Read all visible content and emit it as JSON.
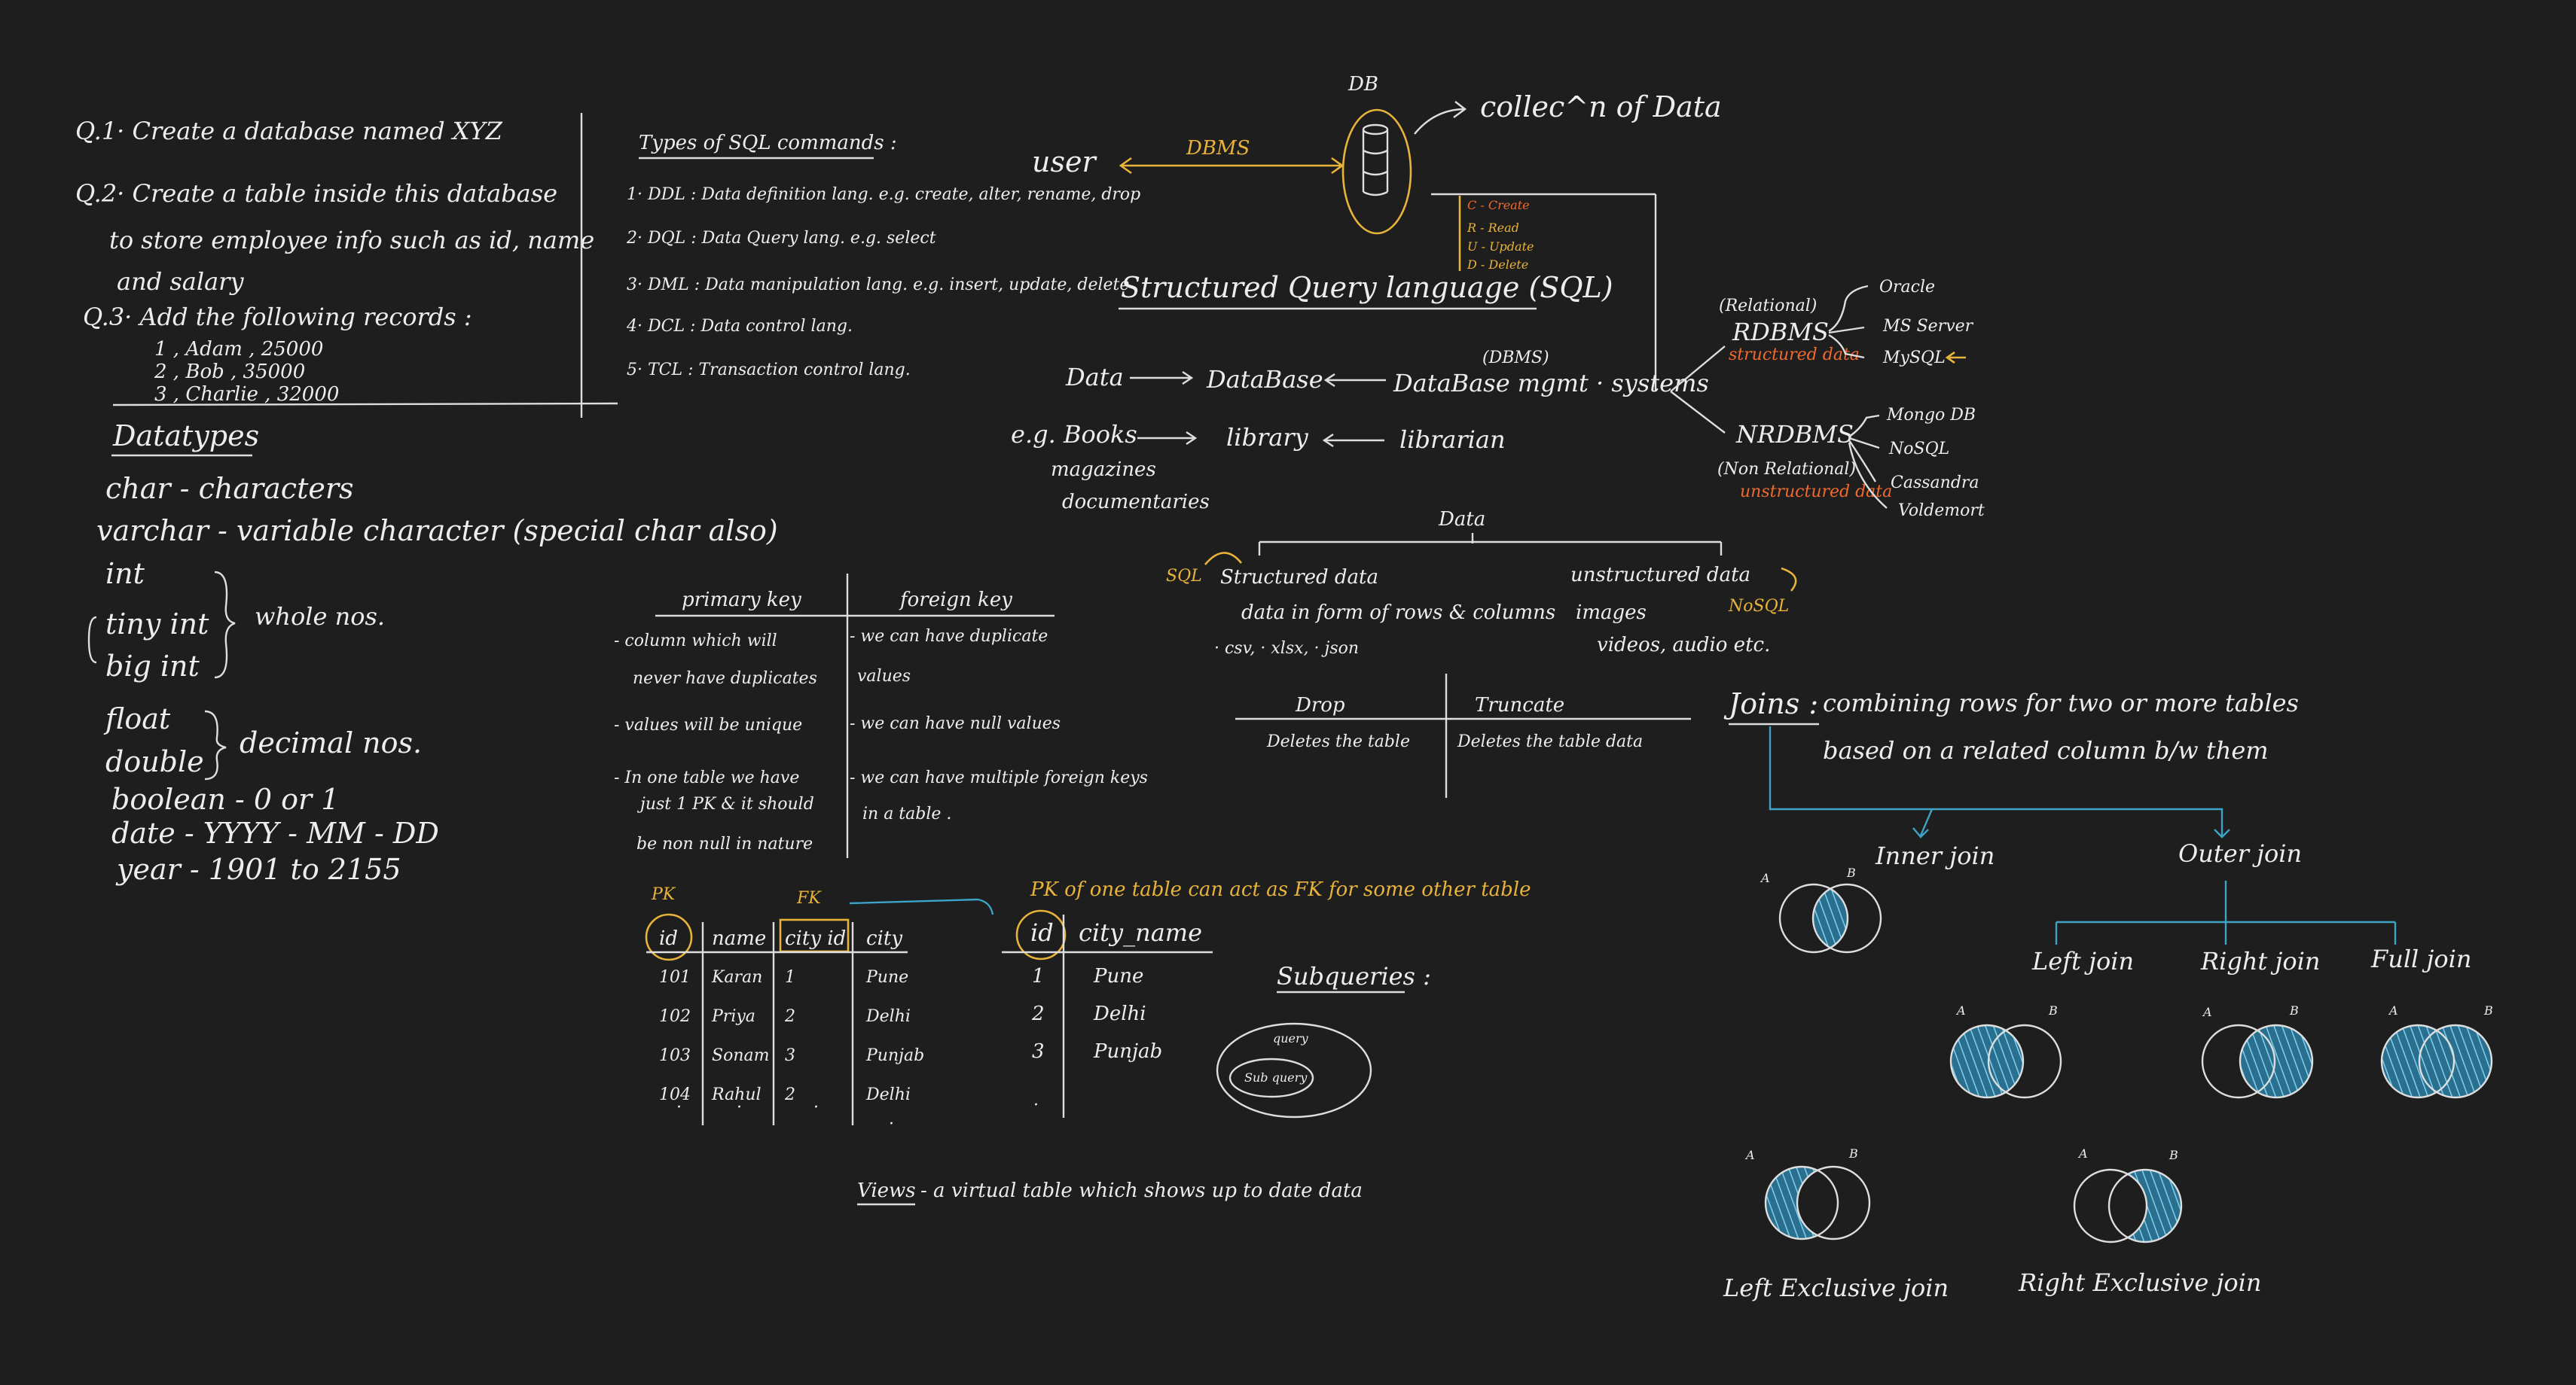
{
  "questions": {
    "q1": "Q.1· Create a database named XYZ",
    "q2": "Q.2· Create a table inside this database",
    "q2b": "to store employee info such as id, name",
    "q2c": "and salary",
    "q3": "Q.3· Add the following records :",
    "rec1": "1 , Adam , 25000",
    "rec2": "2 , Bob , 35000",
    "rec3": "3 , Charlie , 32000"
  },
  "datatypes": {
    "title": "Datatypes",
    "char": "char - characters",
    "varchar": "varchar - variable character (special char also)",
    "int": "int",
    "tinyint": "tiny int",
    "bigint": "big int",
    "whole": "whole nos.",
    "float": "float",
    "double": "double",
    "decimal": "decimal nos.",
    "boolean": "boolean - 0 or 1",
    "date": "date - YYYY - MM - DD",
    "year": "year - 1901 to 2155"
  },
  "sql_types": {
    "title": "Types of SQL commands :",
    "items": [
      "1· DDL : Data definition lang. e.g. create, alter, rename, drop",
      "2· DQL : Data Query lang. e.g. select",
      "3· DML : Data manipulation lang. e.g. insert, update, delete",
      "4· DCL : Data control lang.",
      "5· TCL : Transaction control lang."
    ]
  },
  "db": {
    "db_label": "DB",
    "collection": "collec^n of Data",
    "user": "user",
    "dbms": "DBMS",
    "crud": [
      "C - Create",
      "R - Read",
      "U - Update",
      "D - Delete"
    ],
    "sql_title": "Structured Query language (SQL)",
    "data": "Data",
    "database": "DataBase",
    "dbms_paren": "(DBMS)",
    "mgmt": "DataBase mgmt · systems",
    "eg": "e.g. Books",
    "magazines": "magazines",
    "documentaries": "documentaries",
    "library": "library",
    "librarian": "librarian"
  },
  "rdbms": {
    "relational": "(Relational)",
    "name": "RDBMS",
    "structured": "structured data",
    "oracle": "Oracle",
    "ms": "MS Server",
    "mysql": "MySQL",
    "nrdbms": "NRDBMS",
    "non_rel": "(Non Relational)",
    "unstructured": "unstructured data",
    "mongo": "Mongo DB",
    "nosql": "NoSQL",
    "cassandra": "Cassandra",
    "voldemort": "Voldemort"
  },
  "datasplit": {
    "data": "Data",
    "sql": "SQL",
    "structured": "Structured data",
    "rows": "data in form of rows & columns",
    "files": "· csv, · xlsx, · json",
    "unstructured": "unstructured data",
    "nosql": "NoSQL",
    "images": "images",
    "videos": "videos, audio etc."
  },
  "keys": {
    "pk_title": "primary key",
    "fk_title": "foreign key",
    "pk_lines": [
      "- column which will",
      "never have duplicates",
      "- values will be unique",
      "- In one table we have",
      "just 1 PK & it should",
      "be non null in nature"
    ],
    "fk_lines": [
      "- we can have duplicate",
      "values",
      "- we can have null values",
      "- we can have multiple foreign keys",
      "in a table ."
    ]
  },
  "drop_truncate": {
    "drop": "Drop",
    "truncate": "Truncate",
    "drop_desc": "Deletes the table",
    "truncate_desc": "Deletes the table data"
  },
  "tables": {
    "pk": "PK",
    "fk": "FK",
    "note": "PK of one table can act as FK for some other table",
    "t1_headers": [
      "id",
      "name",
      "city id",
      "city"
    ],
    "t1_rows": [
      [
        "101",
        "Karan",
        "1",
        "Pune"
      ],
      [
        "102",
        "Priya",
        "2",
        "Delhi"
      ],
      [
        "103",
        "Sonam",
        "3",
        "Punjab"
      ],
      [
        "104",
        "Rahul",
        "2",
        "Delhi"
      ]
    ],
    "t2_headers": [
      "id",
      "city_name"
    ],
    "t2_rows": [
      [
        "1",
        "Pune"
      ],
      [
        "2",
        "Delhi"
      ],
      [
        "3",
        "Punjab"
      ]
    ]
  },
  "subqueries": {
    "title": "Subqueries :",
    "query": "query",
    "subquery": "Sub query"
  },
  "views": {
    "title": "Views",
    "text": "- a virtual table which shows up to date data"
  },
  "joins": {
    "title": "Joins :",
    "line1": "combining rows for two or more tables",
    "line2": "based on a related column b/w them",
    "inner": "Inner join",
    "outer": "Outer join",
    "left": "Left join",
    "right": "Right join",
    "full": "Full join",
    "left_ex": "Left Exclusive join",
    "right_ex": "Right Exclusive join",
    "a": "A",
    "b": "B"
  },
  "colors": {
    "background": "#1e1e1e",
    "ink": "#ededed",
    "accent_yellow": "#e8b33a",
    "accent_orange": "#f0692d",
    "accent_blue": "#3da3c8"
  }
}
